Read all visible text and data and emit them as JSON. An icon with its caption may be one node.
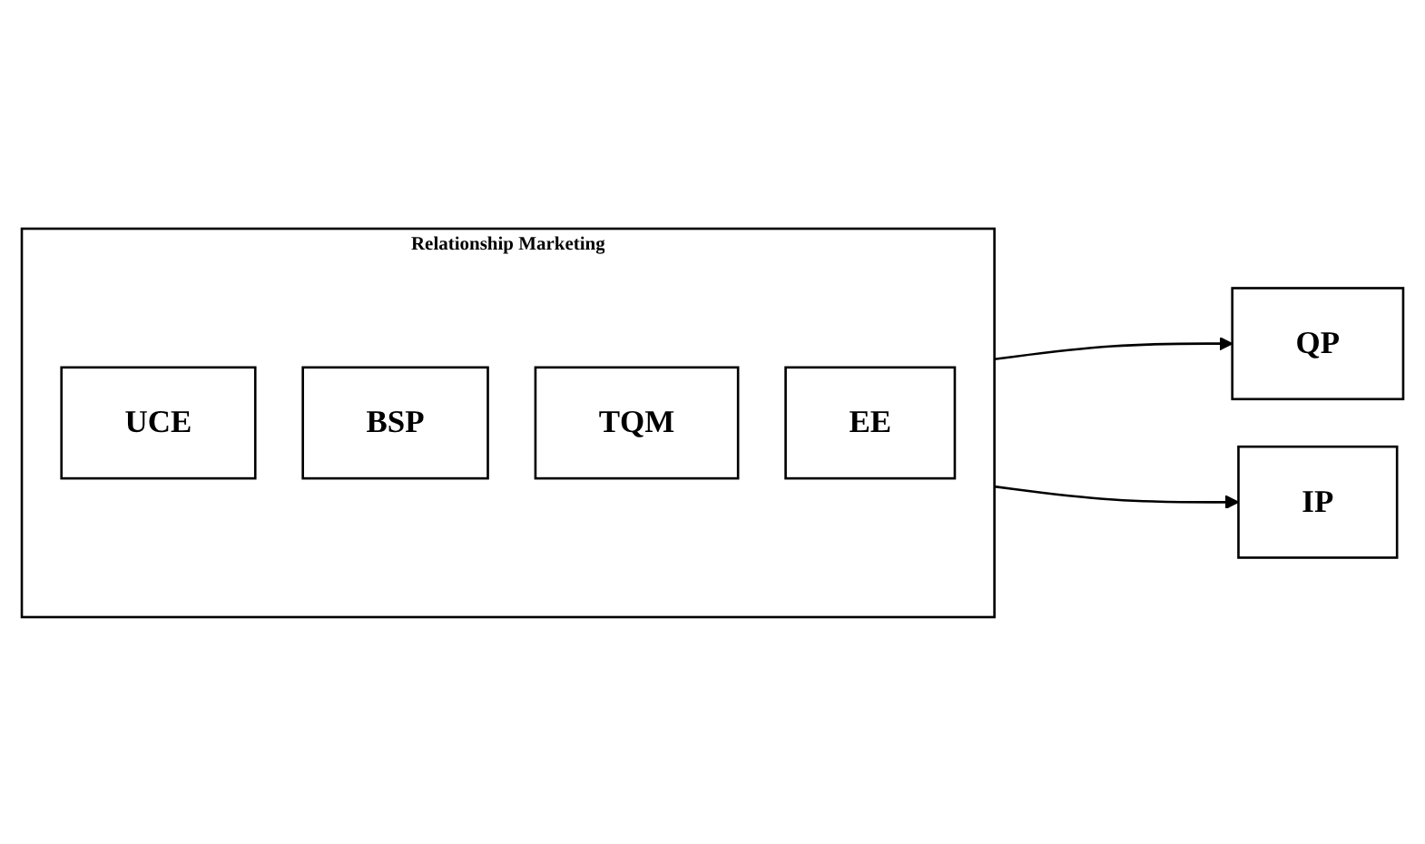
{
  "diagram": {
    "nodes": [
      {
        "text": [
          "Relationship Marketing"
        ]
      },
      {
        "text": [
          "UCE"
        ],
        "in": 0
      },
      {
        "text": [
          "BSP"
        ],
        "in": 0
      },
      {
        "text": [
          "TQM"
        ],
        "in": 0
      },
      {
        "text": [
          "EE"
        ],
        "in": 0
      },
      {
        "text": [
          "QP"
        ]
      },
      {
        "text": [
          "IP"
        ]
      }
    ],
    "edges": [
      {
        "from": 0,
        "to": 5,
        "arrow": "to"
      },
      {
        "from": 0,
        "to": 6,
        "arrow": "to"
      }
    ]
  }
}
